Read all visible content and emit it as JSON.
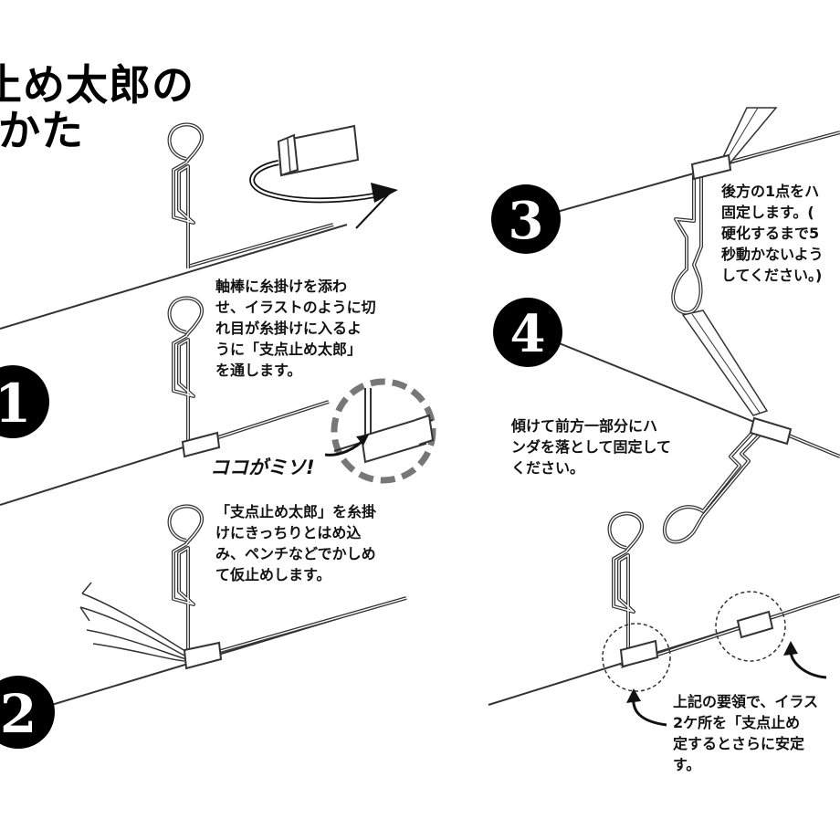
{
  "title": {
    "line1": "止め太郎の",
    "line2": "かた"
  },
  "steps": {
    "step1_number": "1",
    "step2_number": "2",
    "step3_number": "3",
    "step4_number": "4"
  },
  "captions": {
    "step1": "軸棒に糸掛けを添わ\nせ、イラストのように切\nれ目が糸掛けに入るよ\nうに「支点止め太郎」\nを通します。",
    "callout": "ココがミソ!",
    "step2": "「支点止め太郎」を糸掛\nけにきっちりとはめ込\nみ、ペンチなどでかしめ\nて仮止めします。",
    "step3": "後方の1点をハ\n固定します。(\n硬化するまで5\n秒動かないよう\nしてください。)",
    "step4": "傾けて前方一部分にハ\nンダを落として固定して\nください。",
    "final": "上記の要領で、イラス\n2ケ所を「支点止め\n定するとさらに安定\nす。"
  },
  "colors": {
    "ink": "#111111",
    "wire": "#333333",
    "dashed_circle": "#888888",
    "background": "#ffffff"
  }
}
